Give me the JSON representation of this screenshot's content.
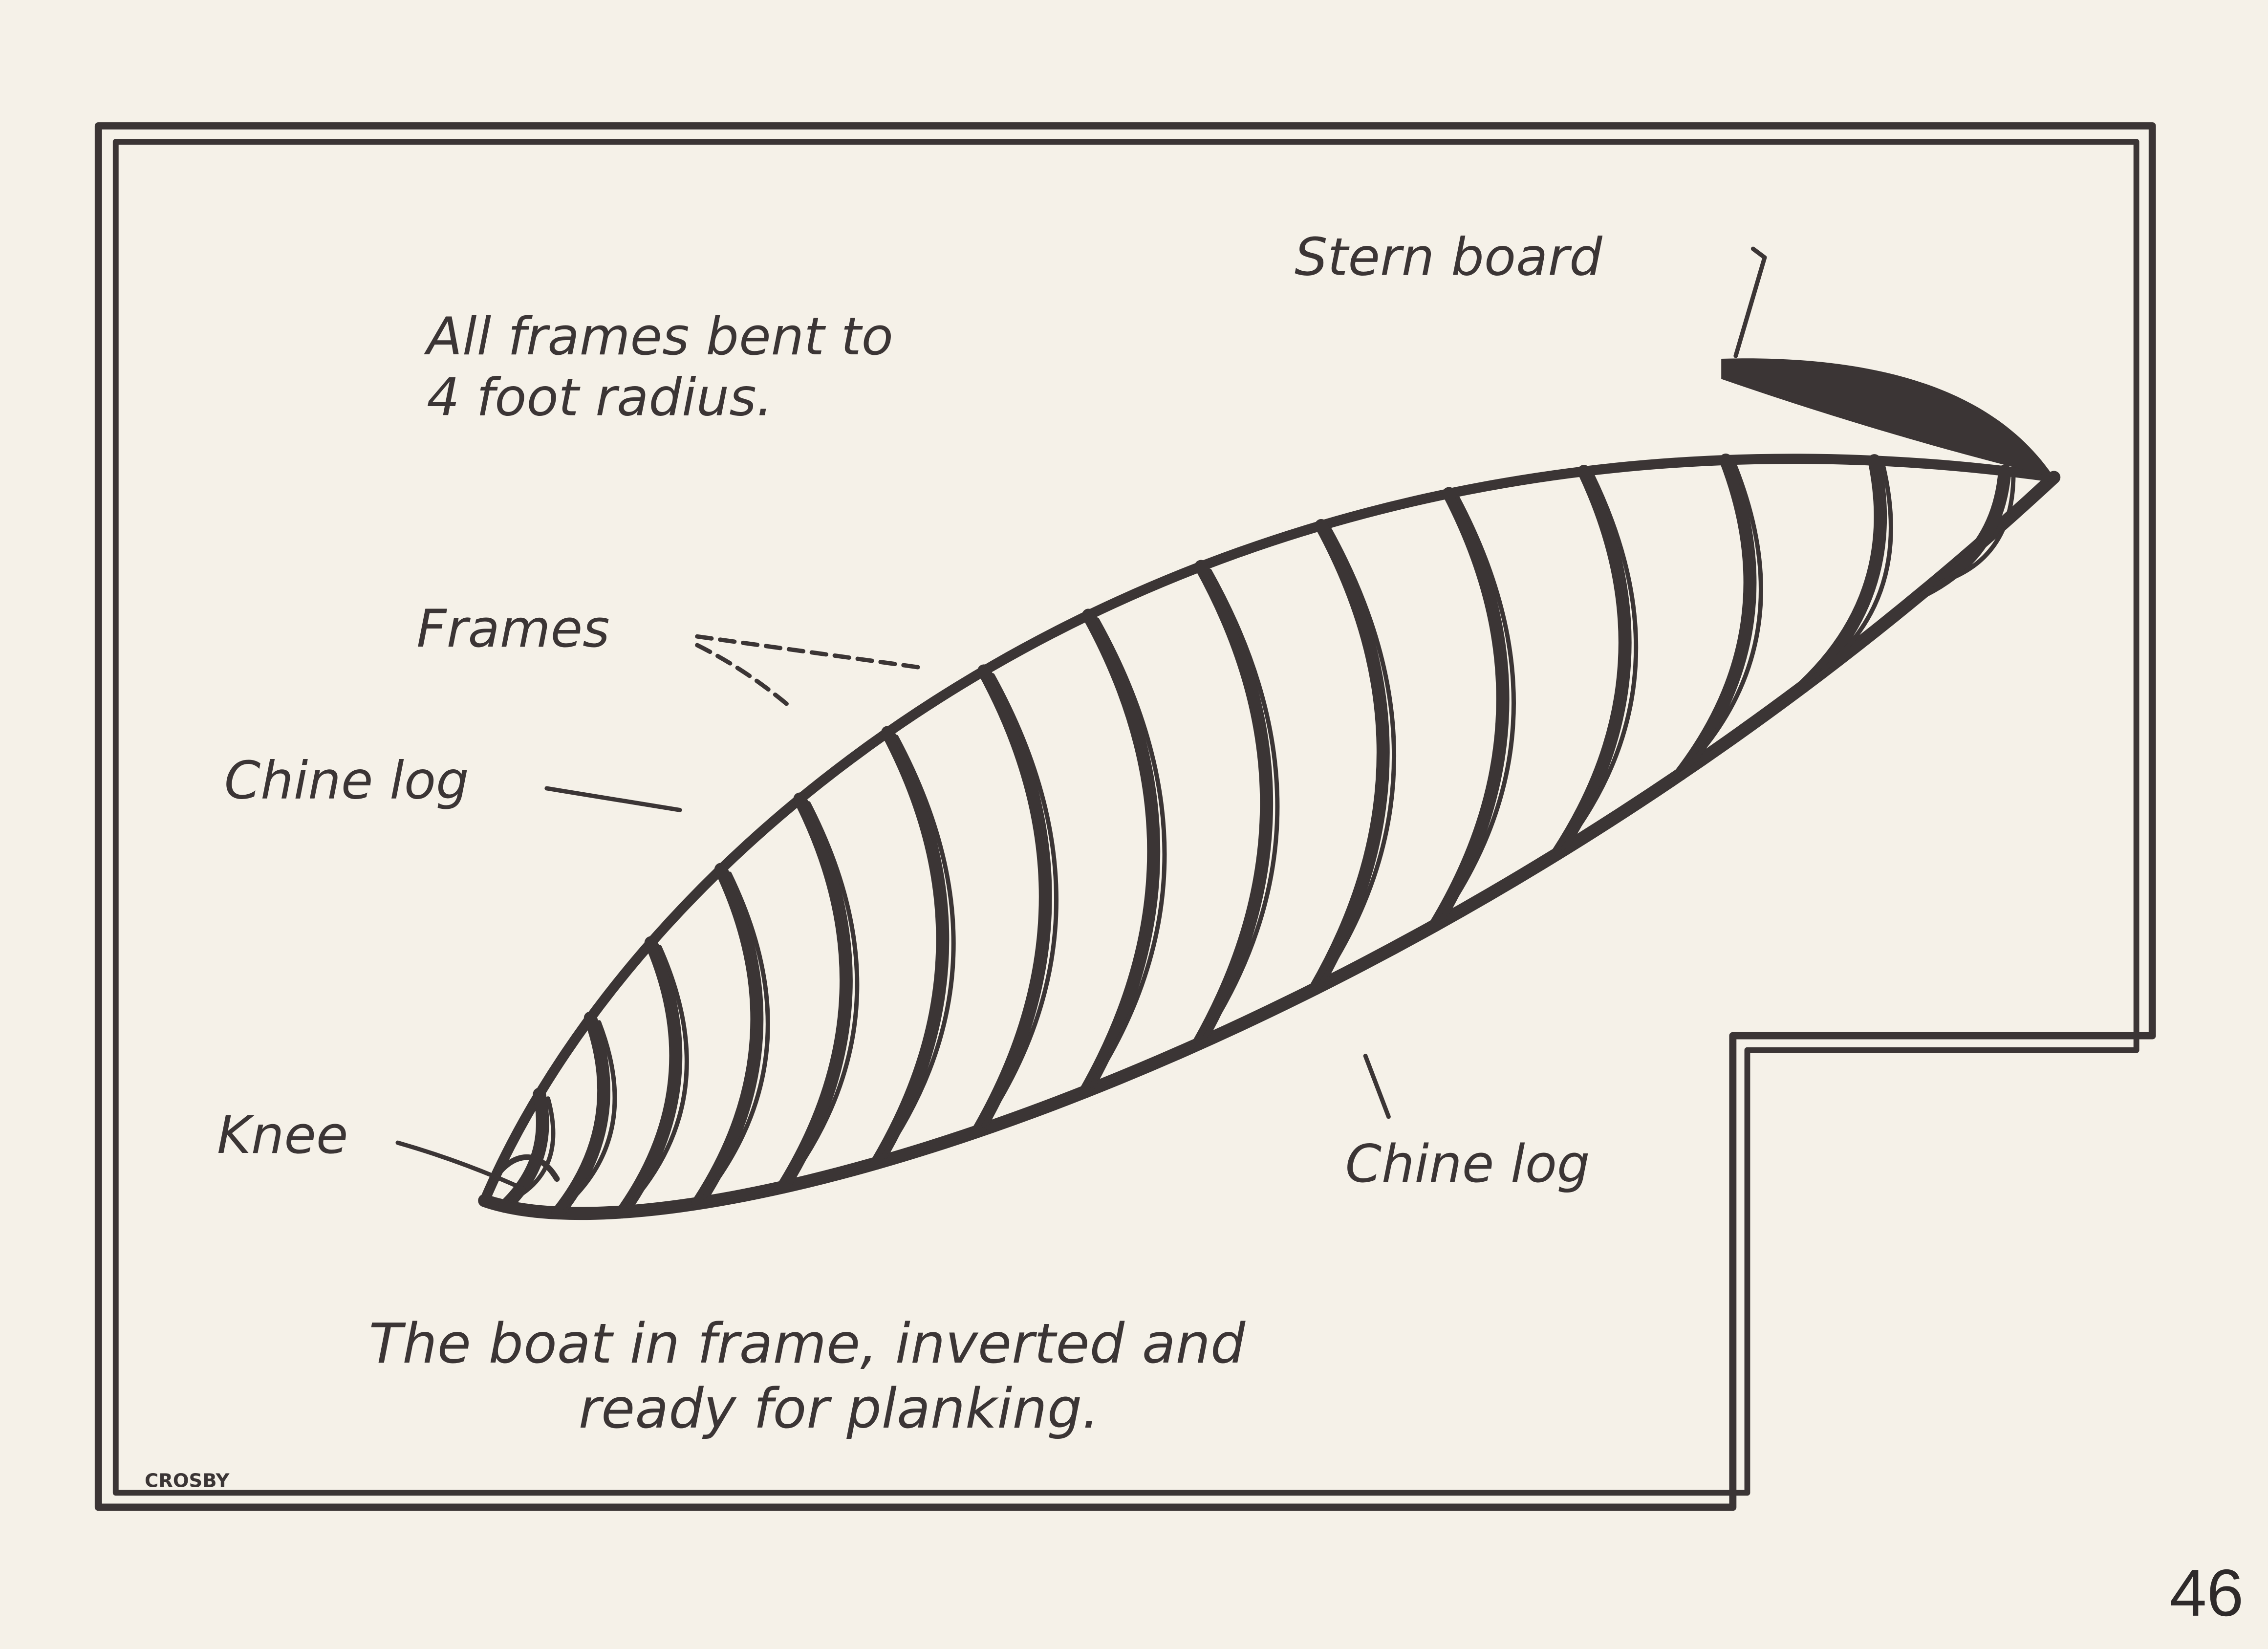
{
  "figure": {
    "note_line1": "All frames bent to",
    "note_line2": "4 foot radius.",
    "labels": {
      "stern_board": "Stern board",
      "frames": "Frames",
      "chine_log_left": "Chine log",
      "knee": "Knee",
      "chine_log_right": "Chine log"
    },
    "caption_line1": "The boat in frame, inverted and",
    "caption_line2": "ready for planking.",
    "signature": "CROSBY",
    "frame_count": 15
  },
  "page_number": "46",
  "colors": {
    "ink": "#3b3535",
    "paper": "#f5f1e8"
  }
}
